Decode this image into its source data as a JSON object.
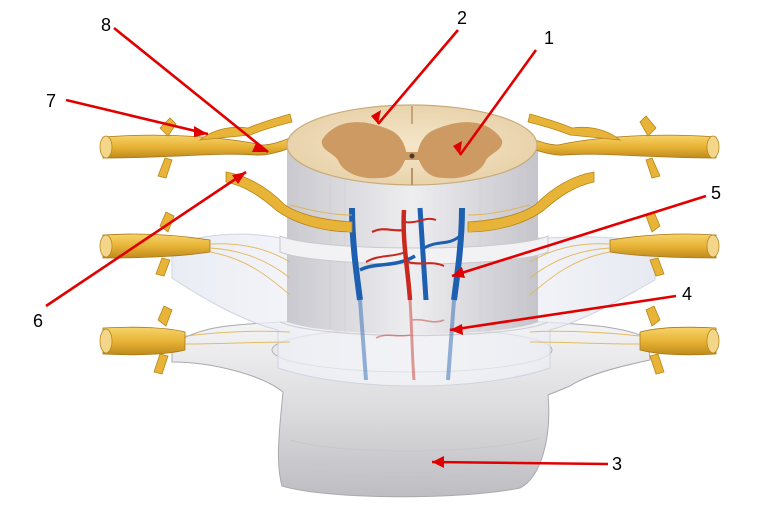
{
  "labels": {
    "n1": "1",
    "n2": "2",
    "n3": "3",
    "n4": "4",
    "n5": "5",
    "n6": "6",
    "n7": "7",
    "n8": "8"
  },
  "colors": {
    "nerve": "#e8b437",
    "nerve_dark": "#b88518",
    "white_matter": "#efdcbc",
    "gray_matter": "#cc9a62",
    "membrane": "#d7d7d9",
    "artery": "#c8281e",
    "vein": "#1d5fb0",
    "leader": "#e10000"
  }
}
